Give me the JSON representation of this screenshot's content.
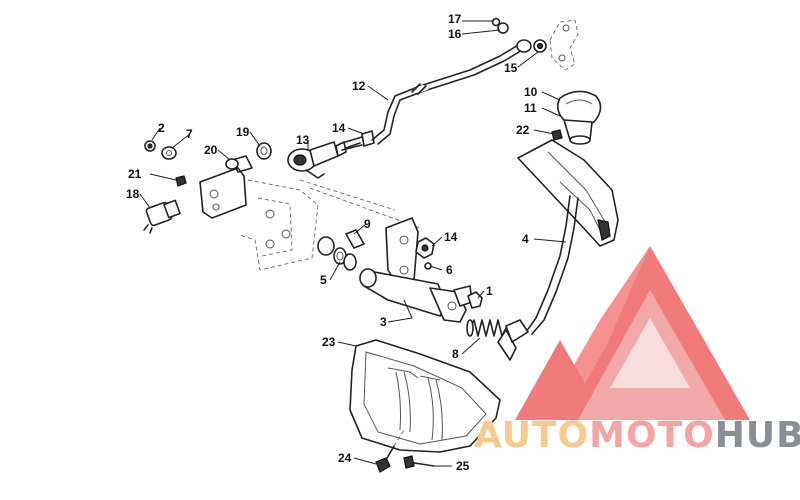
{
  "callouts": [
    {
      "id": "17",
      "text": "17"
    },
    {
      "id": "16",
      "text": "16"
    },
    {
      "id": "15",
      "text": "15"
    },
    {
      "id": "12",
      "text": "12"
    },
    {
      "id": "10",
      "text": "10"
    },
    {
      "id": "11",
      "text": "11"
    },
    {
      "id": "22",
      "text": "22"
    },
    {
      "id": "14a",
      "text": "14"
    },
    {
      "id": "13",
      "text": "13"
    },
    {
      "id": "2",
      "text": "2"
    },
    {
      "id": "7",
      "text": "7"
    },
    {
      "id": "19",
      "text": "19"
    },
    {
      "id": "20",
      "text": "20"
    },
    {
      "id": "21",
      "text": "21"
    },
    {
      "id": "18",
      "text": "18"
    },
    {
      "id": "9",
      "text": "9"
    },
    {
      "id": "14b",
      "text": "14"
    },
    {
      "id": "4",
      "text": "4"
    },
    {
      "id": "5",
      "text": "5"
    },
    {
      "id": "6",
      "text": "6"
    },
    {
      "id": "1",
      "text": "1"
    },
    {
      "id": "3",
      "text": "3"
    },
    {
      "id": "8",
      "text": "8"
    },
    {
      "id": "23",
      "text": "23"
    },
    {
      "id": "24",
      "text": "24"
    },
    {
      "id": "25",
      "text": "25"
    }
  ],
  "watermark": {
    "part1": "AUTO",
    "part2": "MOTO",
    "part3": "HUB",
    "color1": "#f7c98a",
    "color2": "#f5a3a3",
    "color3": "#8a8f96",
    "logo_color": "#ef5350"
  }
}
